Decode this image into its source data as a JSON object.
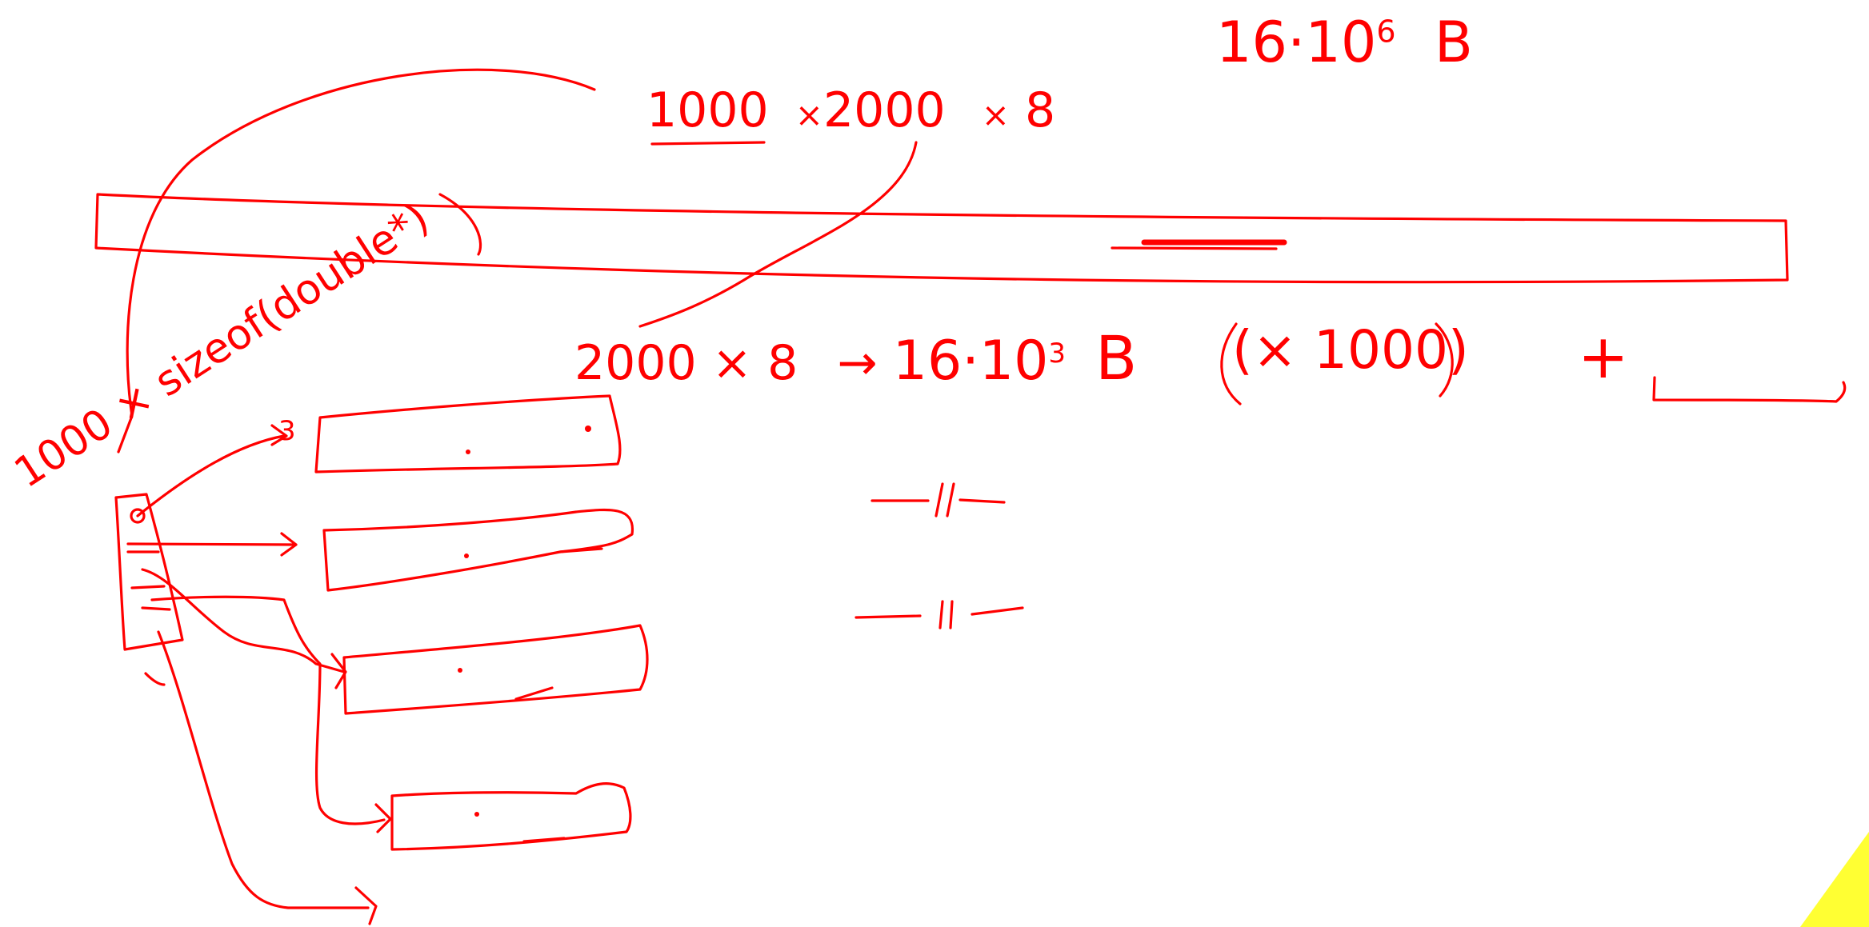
{
  "ink_color": "#ff0000",
  "highlight_color": "#ffff33",
  "annotations": {
    "total_bytes_base": "16·10",
    "total_bytes_exp": "6",
    "total_bytes_unit": "B",
    "dims_rows": "1000",
    "dims_times1": "×",
    "dims_cols": "2000",
    "dims_times2": "×",
    "dims_elem": "8",
    "row_size": "2000 × 8",
    "arrow": "→",
    "row_bytes_base": "16·10",
    "row_bytes_exp": "3",
    "row_bytes_unit": "B",
    "multiplier": "(× 1000)",
    "plus": "+",
    "pointer_array_label": "1000 × sizeof(double*)",
    "row_label_mark_1": "—//—",
    "row_label_mark_2": "—//—",
    "pointer_index_3": "3"
  }
}
